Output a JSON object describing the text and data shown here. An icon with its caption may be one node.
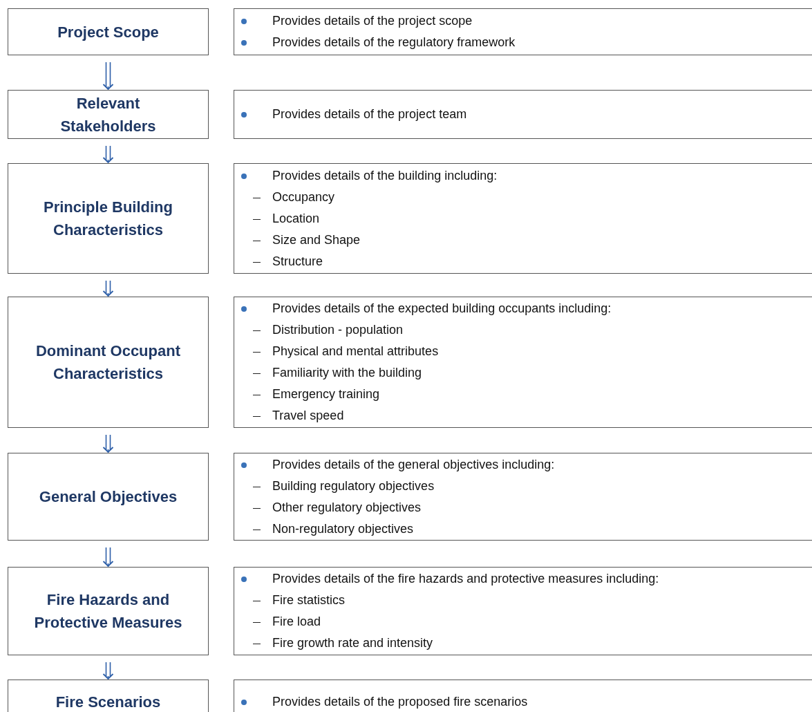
{
  "diagram": {
    "nodes": [
      {
        "text": [
          "Project Scope"
        ]
      },
      {
        "text": [
          "Provides details of the project scope",
          "Provides details of the regulatory framework"
        ]
      },
      {
        "text": [
          "Relevant Stakeholders"
        ]
      },
      {
        "text": [
          "Provides details of the project team"
        ]
      },
      {
        "text": [
          "Principle Building Characteristics"
        ]
      },
      {
        "text": [
          "Provides details of the building including:",
          "Occupancy",
          "Location",
          "Size and Shape",
          "Structure"
        ]
      },
      {
        "text": [
          "Dominant Occupant Characteristics"
        ]
      },
      {
        "text": [
          "Provides details of the expected building occupants including:",
          "Distribution - population",
          "Physical and mental attributes",
          "Familiarity with the building",
          "Emergency training",
          "Travel speed"
        ]
      },
      {
        "text": [
          "General Objectives"
        ]
      },
      {
        "text": [
          "Provides details of the general objectives including:",
          "Building regulatory objectives",
          "Other regulatory objectives",
          "Non-regulatory objectives"
        ]
      },
      {
        "text": [
          "Fire Hazards and Protective Measures"
        ]
      },
      {
        "text": [
          "Provides details of the fire hazards and protective measures including:",
          "Fire statistics",
          "Fire load",
          "Fire growth rate and intensity"
        ]
      },
      {
        "text": [
          "Fire Scenarios"
        ]
      },
      {
        "text": [
          "Provides details of the proposed fire scenarios"
        ]
      }
    ],
    "edges": [
      {
        "from": 0,
        "to": 2,
        "arrow": "to"
      },
      {
        "from": 2,
        "to": 4,
        "arrow": "to"
      },
      {
        "from": 4,
        "to": 6,
        "arrow": "to"
      },
      {
        "from": 6,
        "to": 8,
        "arrow": "to"
      },
      {
        "from": 8,
        "to": 10,
        "arrow": "to"
      },
      {
        "from": 10,
        "to": 12,
        "arrow": "to"
      }
    ]
  }
}
